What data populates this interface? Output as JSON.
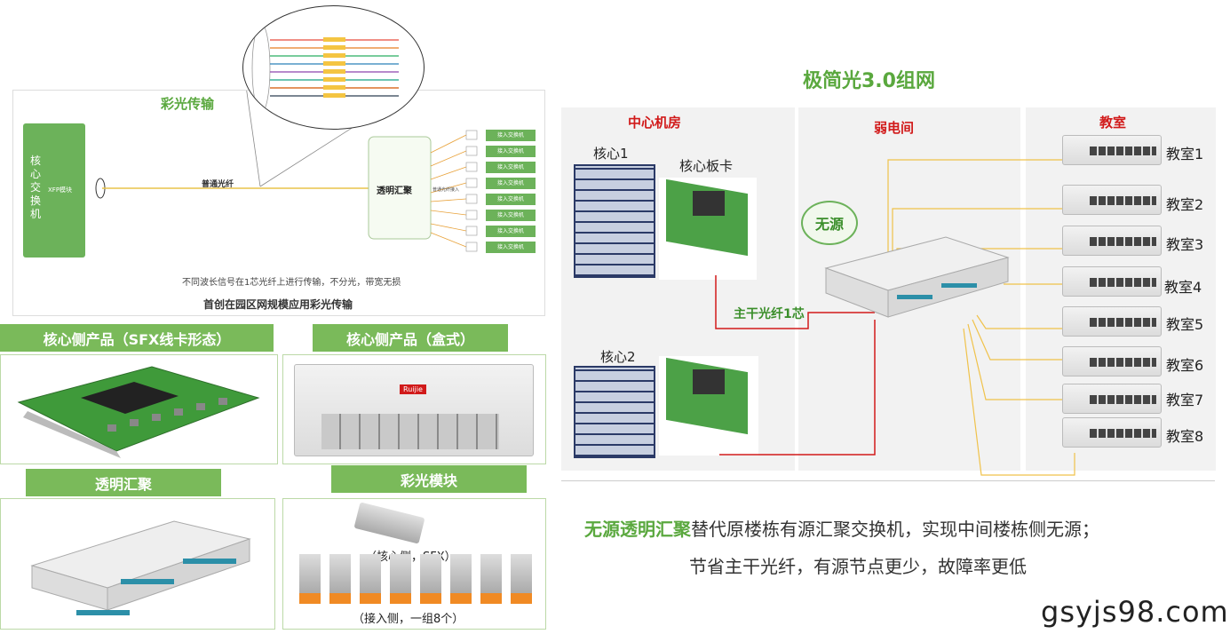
{
  "top_diagram": {
    "title": "彩光传输",
    "core_switch": "核心交换机",
    "xfp_label": "XFP模块",
    "fiber_label": "普通光纤",
    "transparent_agg": "透明汇聚",
    "access_label": "接入交换机",
    "small_note": "普通光纤接入",
    "desc": "不同波长信号在1芯光纤上进行传输，不分光，带宽无损",
    "caption": "首创在园区网规模应用彩光传输"
  },
  "products": {
    "core_sfx": "核心侧产品（SFX线卡形态）",
    "core_box": "核心侧产品（盒式）",
    "transparent": "透明汇聚",
    "color_module": "彩光模块",
    "module_core": "（核心侧，SFX）",
    "module_access": "（接入侧，一组8个）",
    "brand": "Ruijie"
  },
  "network": {
    "title": "极简光3.0组网",
    "zone_center": "中心机房",
    "zone_weak": "弱电间",
    "zone_class": "教室",
    "core1": "核心1",
    "core2": "核心2",
    "core_card": "核心板卡",
    "passive": "无源",
    "trunk": "主干光纤1芯",
    "rooms": [
      "教室1",
      "教室2",
      "教室3",
      "教室4",
      "教室5",
      "教室6",
      "教室7",
      "教室8"
    ]
  },
  "summary": {
    "highlight": "无源透明汇聚",
    "line1_rest": "替代原楼栋有源汇聚交换机，实现中间楼栋侧无源；",
    "line2": "节省主干光纤，有源节点更少，故障率更低"
  },
  "watermark": "gsyjs98.com",
  "colors": {
    "green": "#7aba5a",
    "title_green": "#5aa83e",
    "red": "#d11a1a",
    "fiber_yellow": "#f0c24a"
  }
}
